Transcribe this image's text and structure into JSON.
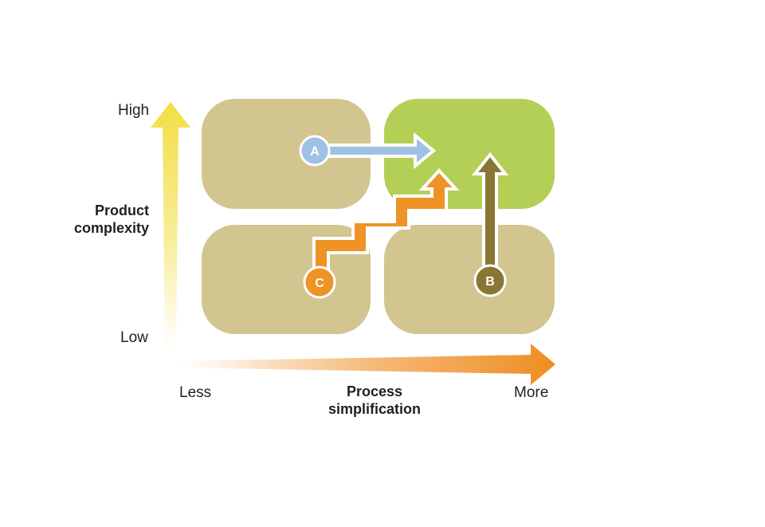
{
  "y_axis": {
    "title_line1": "Product",
    "title_line2": "complexity",
    "high_label": "High",
    "low_label": "Low"
  },
  "x_axis": {
    "title_line1": "Process",
    "title_line2": "simplification",
    "low_label": "Less",
    "high_label": "More"
  },
  "markers": {
    "a": "A",
    "b": "B",
    "c": "C"
  },
  "colors": {
    "quadrant_neutral": "#d3c590",
    "quadrant_target": "#b3cf56",
    "path_a": "#9ec2e2",
    "path_b": "#8a7634",
    "path_c": "#ee9326",
    "y_arrow": "#f2de45",
    "x_arrow": "#ef8d22"
  }
}
